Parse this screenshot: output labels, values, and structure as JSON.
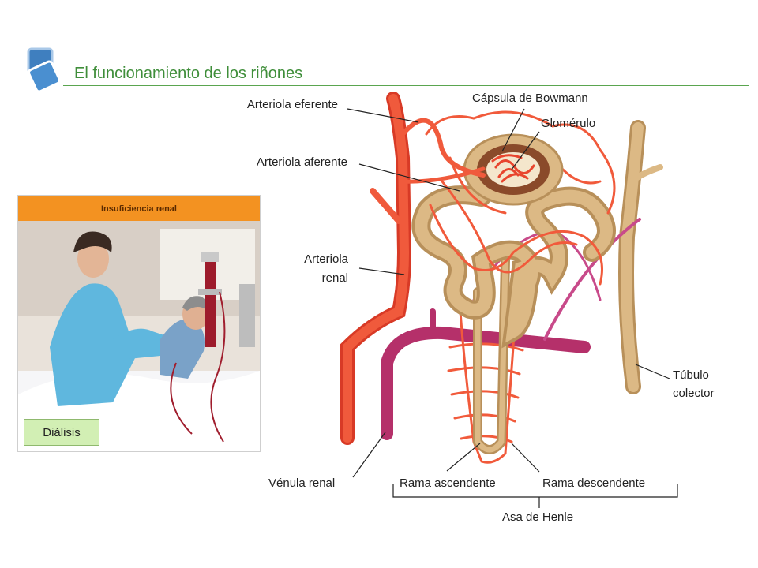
{
  "page": {
    "title": "El funcionamiento de los riñones"
  },
  "photo_panel": {
    "header": "Insuficiencia renal",
    "badge": "Diálisis"
  },
  "labels": {
    "arteriola_eferente": "Arteriola eferente",
    "arteriola_aferente": "Arteriola aferente",
    "arteriola_renal_1": "Arteriola",
    "arteriola_renal_2": "renal",
    "capsula_bowmann": "Cápsula de Bowmann",
    "glomerulo": "Glomérulo",
    "tubulo_colector_1": "Túbulo",
    "tubulo_colector_2": "colector",
    "venula_renal": "Vénula renal",
    "rama_ascendente": "Rama ascendente",
    "rama_descendente": "Rama descendente",
    "asa_henle": "Asa de Henle"
  },
  "colors": {
    "title": "#3f8e3a",
    "header": "#f39221",
    "badge": "#d2efb4",
    "artery": "#e8452e",
    "vein": "#b5306a",
    "tubule": "#d9b27c"
  },
  "icons": [
    "stacked-squares-logo-icon"
  ]
}
